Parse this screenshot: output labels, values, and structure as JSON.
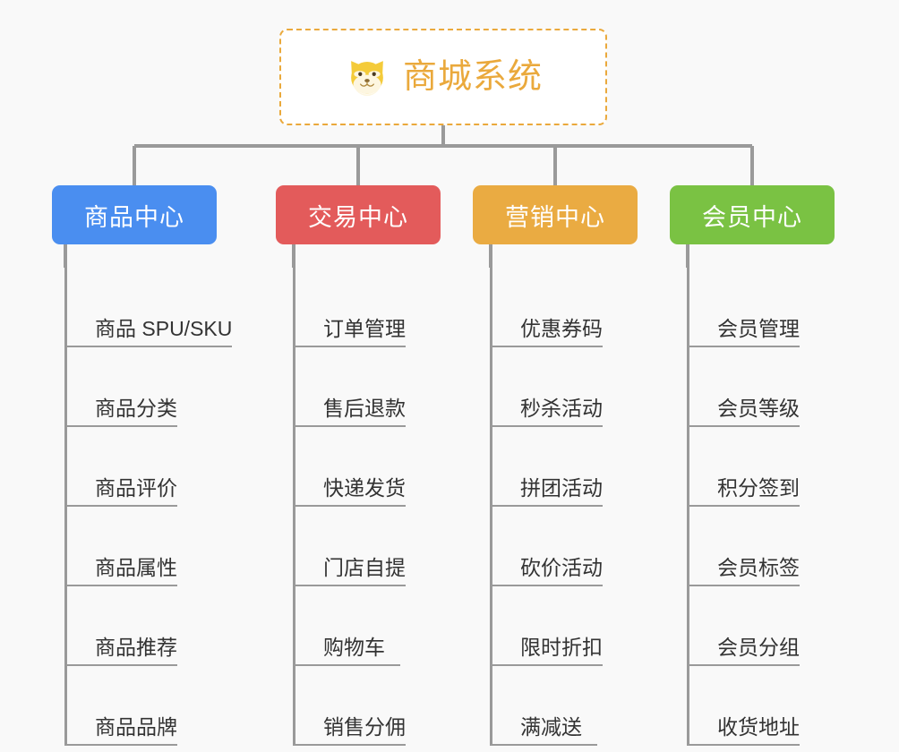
{
  "page": {
    "background": "#f9f9f9",
    "connector_color": "#9a9a9a"
  },
  "root": {
    "title": "商城系统",
    "icon": "shiba-dog-face-icon",
    "border_color": "#eaa93c",
    "text_color": "#eaa93c",
    "background": "#ffffff"
  },
  "columns": [
    {
      "header": "商品中心",
      "color": "#4a8ef0",
      "items": [
        "商品 SPU/SKU",
        "商品分类",
        "商品评价",
        "商品属性",
        "商品推荐",
        "商品品牌"
      ]
    },
    {
      "header": "交易中心",
      "color": "#e35b5b",
      "items": [
        "订单管理",
        "售后退款",
        "快递发货",
        "门店自提",
        "购物车",
        "销售分佣"
      ]
    },
    {
      "header": "营销中心",
      "color": "#eaab42",
      "items": [
        "优惠券码",
        "秒杀活动",
        "拼团活动",
        "砍价活动",
        "限时折扣",
        "满减送"
      ]
    },
    {
      "header": "会员中心",
      "color": "#7ac243",
      "items": [
        "会员管理",
        "会员等级",
        "积分签到",
        "会员标签",
        "会员分组",
        "收货地址"
      ]
    }
  ]
}
